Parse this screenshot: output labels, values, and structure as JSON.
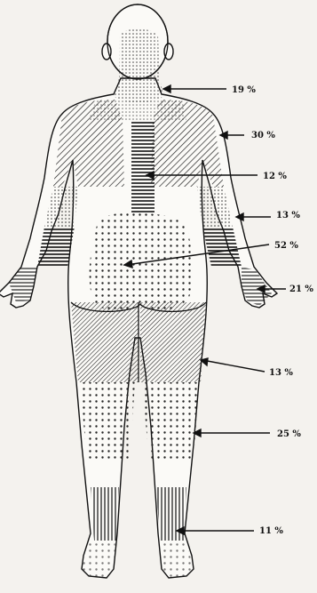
{
  "labels": [
    {
      "region": "neck and upper back",
      "text": "19 %"
    },
    {
      "region": "shoulders and upper arms",
      "text": "30 %"
    },
    {
      "region": "spine",
      "text": "12 %"
    },
    {
      "region": "elbows",
      "text": "13 %"
    },
    {
      "region": "lower back and buttocks",
      "text": "52 %"
    },
    {
      "region": "wrists and hands",
      "text": "21 %"
    },
    {
      "region": "thighs",
      "text": "13 %"
    },
    {
      "region": "knees and calves",
      "text": "25 %"
    },
    {
      "region": "ankles and feet",
      "text": "11 %"
    }
  ]
}
